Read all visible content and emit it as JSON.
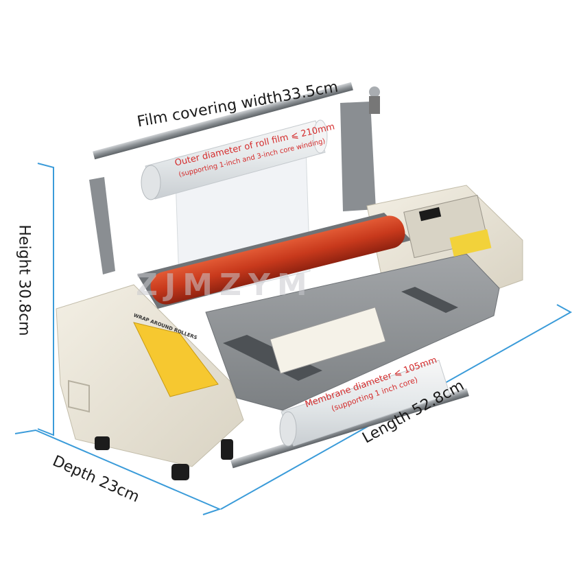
{
  "watermark": "ZJMZYM",
  "dimensions": {
    "width": "Film covering width33.5cm",
    "height": "Height 30.8cm",
    "depth": "Depth 23cm",
    "length": "Length 52.8cm"
  },
  "roll_film": {
    "line1": "Outer diameter of roll film ⩽ 210mm",
    "line2": "(supporting 1-inch and 3-inch core winding)"
  },
  "membrane": {
    "line1": "Membrane diameter ⩽ 105mm",
    "line2": "(supporting 1 inch core)"
  },
  "panel_label": "WRAP AROUND ROLLERS",
  "colors": {
    "dimension_line": "#3a9bd9",
    "body": "#ece7da",
    "tray": "#8c8f92",
    "roller": "#c8391c",
    "label_red": "#d42b2b"
  }
}
